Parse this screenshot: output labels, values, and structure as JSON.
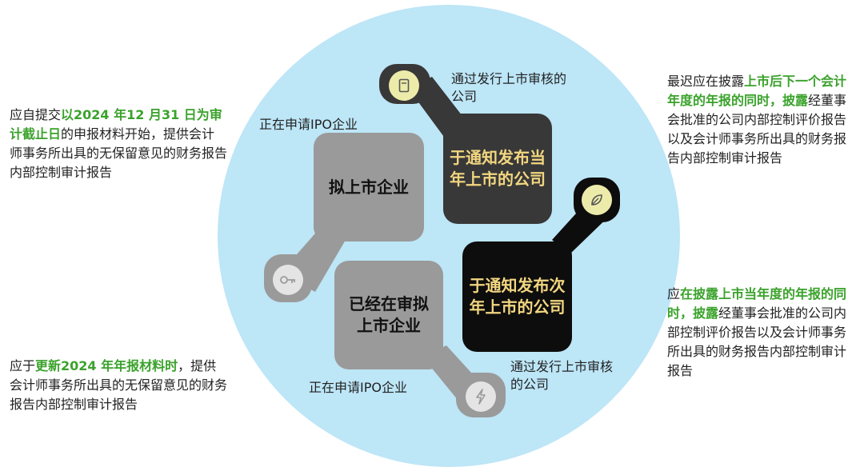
{
  "left_notes": {
    "top": {
      "pre": "应自提交",
      "hl": "以2024 年12 月31 日为审计截止日",
      "post": "的申报材料开始，提供会计师事务所出具的无保留意见的财务报告内部控制审计报告"
    },
    "bottom": {
      "pre": "应于",
      "hl": "更新2024 年年报材料时",
      "post": "，提供会计师事务所出具的无保留意见的财务报告内部控制审计报告"
    }
  },
  "right_notes": {
    "top": {
      "pre": "最迟应在披露",
      "hl1": "上市后下一个会计年度的年报的同时，披露",
      "post": "经董事会批准的公司内部控制评价报告以及会计师事务所出具的财务报告内部控制审计报告"
    },
    "bottom": {
      "pre": "应",
      "hl1": "在披露上市当年度的年报的同时，披露",
      "post": "经董事会批准的公司内部控制评价报告以及会计师事务所出具的财务报告内部控制审计报告"
    }
  },
  "labels": {
    "applying_top": "正在申请IPO企业",
    "applying_bottom": "正在申请IPO企业",
    "passed_top": "通过发行上市审核的公司",
    "passed_bottom": "通过发行上市审核的公司"
  },
  "boxes": {
    "proposed": "拟上市企业",
    "review": "已经在审拟上市企业",
    "this_year": "于通知发布当年上市的公司",
    "next_year": "于通知发布次年上市的公司"
  },
  "icons": {
    "proposed": "key-icon",
    "review": "lightning-icon",
    "this_year": "document-icon",
    "next_year": "leaf-icon"
  },
  "colors": {
    "circle": "#bde6f7",
    "gray_shape": "#9a9a9a",
    "dark_shape": "#383838",
    "black_shape": "#0d0d0d",
    "highlight": "#3aa22b",
    "box_text_dark": "#f2d680"
  }
}
